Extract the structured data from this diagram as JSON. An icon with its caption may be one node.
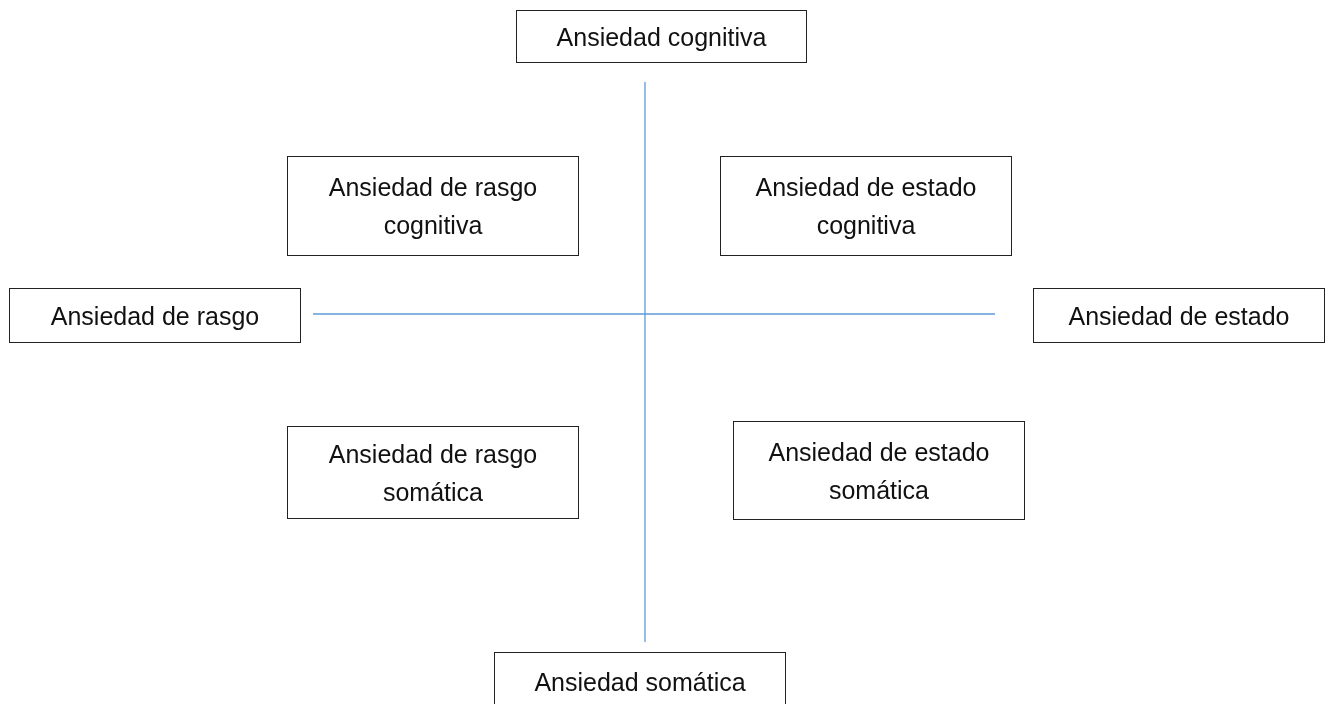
{
  "diagram": {
    "nodes": [
      {
        "text": [
          "Ansiedad cognitiva"
        ]
      },
      {
        "text": [
          "Ansiedad de rasgo cognitiva"
        ]
      },
      {
        "text": [
          "Ansiedad de estado cognitiva"
        ]
      },
      {
        "text": [
          "Ansiedad de rasgo"
        ]
      },
      {
        "text": [
          "Ansiedad de estado"
        ]
      },
      {
        "text": [
          "Ansiedad de rasgo somática"
        ]
      },
      {
        "text": [
          "Ansiedad de estado somática"
        ]
      },
      {
        "text": [
          "Ansiedad somática"
        ]
      }
    ]
  }
}
